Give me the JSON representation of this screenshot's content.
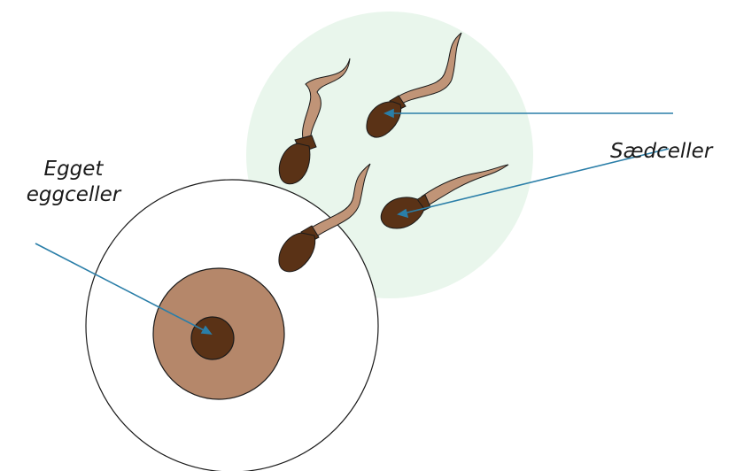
{
  "labels": {
    "egg_line1": "Egget",
    "egg_line2": "eggceller",
    "sperm": "Sædceller"
  },
  "colors": {
    "sperm_zone": "#e9f6ec",
    "egg_outer_fill": "#ffffff",
    "egg_outline": "#1a1a1a",
    "cytoplasm": "#b5876a",
    "nucleus": "#5a3216",
    "sperm_head": "#5a3216",
    "sperm_tail": "#c09477",
    "pointer_line": "#2a7ea8"
  },
  "shapes": {
    "egg": "circle",
    "sperm_zone": "circle"
  },
  "counts": {
    "sperm_cells": 4
  }
}
